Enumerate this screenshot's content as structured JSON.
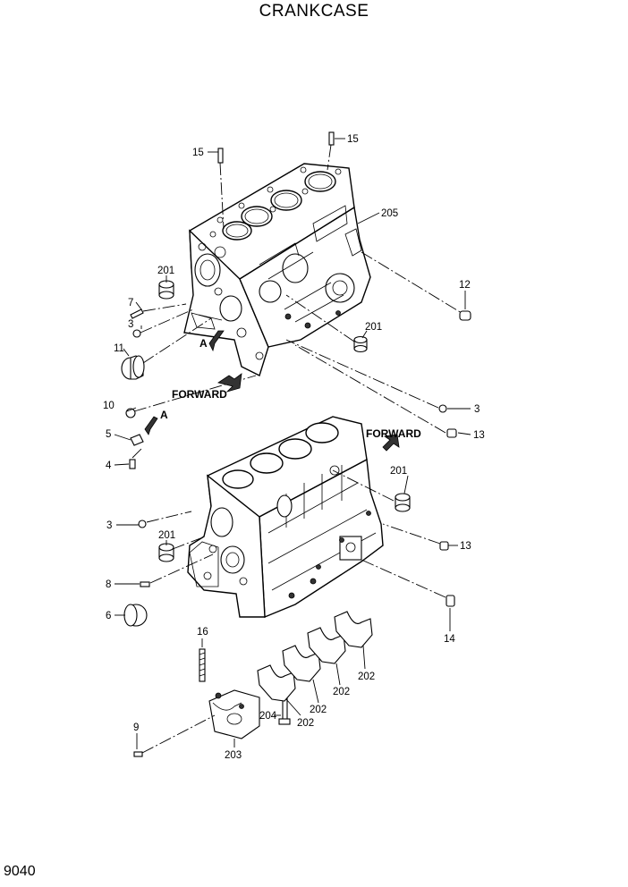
{
  "title": "CRANKCASE",
  "page_number": "9040",
  "forward_labels": [
    "FORWARD",
    "FORWARD"
  ],
  "view_labels": [
    "A",
    "A"
  ],
  "callouts": {
    "c15a": "15",
    "c15b": "15",
    "c205": "205",
    "c201a": "201",
    "c12": "12",
    "c7": "7",
    "c3a": "3",
    "c11": "11",
    "c201b": "201",
    "c10": "10",
    "c3b": "3",
    "c13a": "13",
    "c5": "5",
    "c4": "4",
    "c201c": "201",
    "c3c": "3",
    "c201d": "201",
    "c13b": "13",
    "c8": "8",
    "c6": "6",
    "c14": "14",
    "c16": "16",
    "c202a": "202",
    "c202b": "202",
    "c202c": "202",
    "c204": "204",
    "c202d": "202",
    "c9": "9",
    "c203": "203"
  }
}
